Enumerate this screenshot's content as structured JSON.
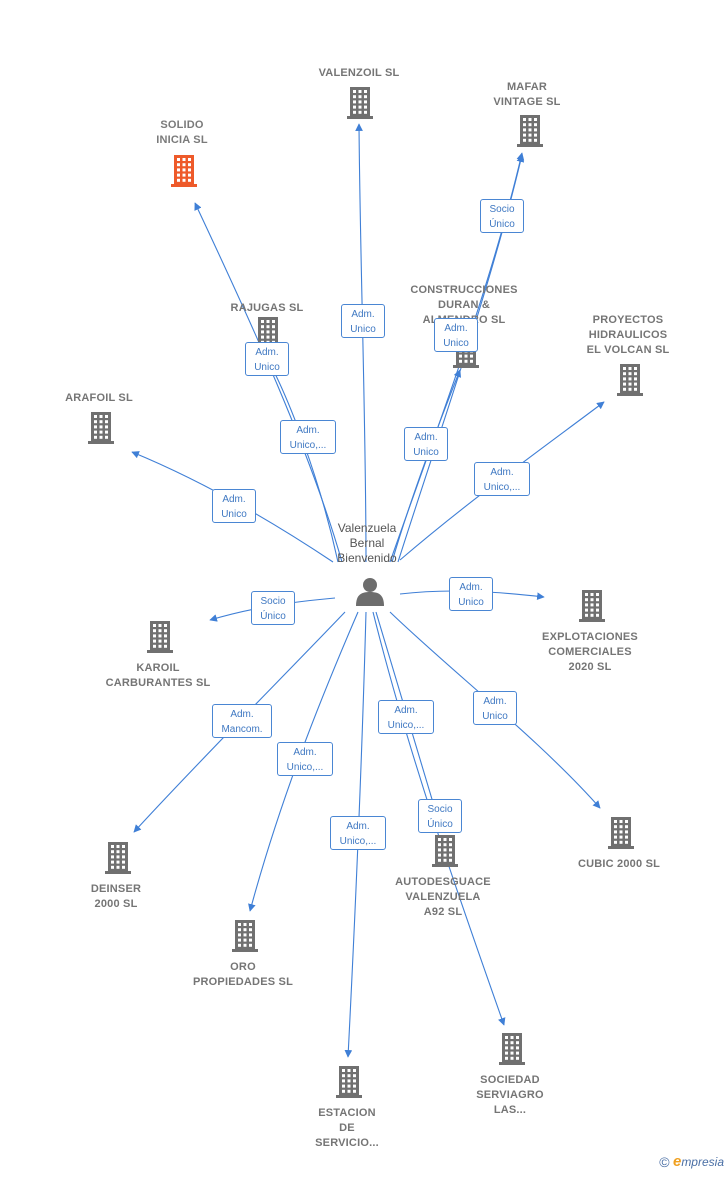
{
  "colors": {
    "edge": "#3f7fd6",
    "building": "#707070",
    "building_highlight": "#ee5a2a",
    "person": "#6d6d6d"
  },
  "person": {
    "name": "Valenzuela\nBernal\nBienvenido",
    "icon": "person-icon"
  },
  "companies": [
    {
      "id": "valenzoil",
      "name": "VALENZOIL  SL",
      "icon": "building-icon"
    },
    {
      "id": "mafar",
      "name": "MAFAR\nVINTAGE SL",
      "icon": "building-icon"
    },
    {
      "id": "solido",
      "name": "SOLIDO\nINICIA  SL",
      "icon": "building-icon",
      "highlight": true
    },
    {
      "id": "rajugas",
      "name": "RAJUGAS SL",
      "icon": "building-icon"
    },
    {
      "id": "construcciones",
      "name": "CONSTRUCCIONES\nDURAN &\nALMENDRO SL",
      "icon": "building-icon"
    },
    {
      "id": "proyectos",
      "name": "PROYECTOS\nHIDRAULICOS\nEL VOLCAN  SL",
      "icon": "building-icon"
    },
    {
      "id": "arafoil",
      "name": "ARAFOIL  SL",
      "icon": "building-icon"
    },
    {
      "id": "karoil",
      "name": "KAROIL\nCARBURANTES SL",
      "icon": "building-icon"
    },
    {
      "id": "explotaciones",
      "name": "EXPLOTACIONES\nCOMERCIALES\n2020  SL",
      "icon": "building-icon"
    },
    {
      "id": "deinser",
      "name": "DEINSER\n2000  SL",
      "icon": "building-icon"
    },
    {
      "id": "cubic",
      "name": "CUBIC 2000 SL",
      "icon": "building-icon"
    },
    {
      "id": "autodesguace",
      "name": "AUTODESGUACE\nVALENZUELA\nA92  SL",
      "icon": "building-icon"
    },
    {
      "id": "oro",
      "name": "ORO\nPROPIEDADES SL",
      "icon": "building-icon"
    },
    {
      "id": "estacion",
      "name": "ESTACION\nDE\nSERVICIO...",
      "icon": "building-icon"
    },
    {
      "id": "sociedad",
      "name": "SOCIEDAD\nSERVIAGRO\nLAS...",
      "icon": "building-icon"
    }
  ],
  "relations": [
    {
      "id": "r-valenzoil",
      "label": "Adm.\nUnico"
    },
    {
      "id": "r-mafar-1",
      "label": "Socio\nÚnico"
    },
    {
      "id": "r-mafar-2",
      "label": "Adm.\nUnico"
    },
    {
      "id": "r-solido",
      "label": "Adm.\nUnico,..."
    },
    {
      "id": "r-rajugas",
      "label": "Adm.\nUnico"
    },
    {
      "id": "r-construcciones",
      "label": "Adm.\nUnico"
    },
    {
      "id": "r-proyectos",
      "label": "Adm.\nUnico,..."
    },
    {
      "id": "r-arafoil",
      "label": "Adm.\nUnico"
    },
    {
      "id": "r-karoil",
      "label": "Socio\nÚnico"
    },
    {
      "id": "r-explotaciones",
      "label": "Adm.\nUnico"
    },
    {
      "id": "r-deinser",
      "label": "Adm.\nMancom."
    },
    {
      "id": "r-cubic",
      "label": "Adm.\nUnico"
    },
    {
      "id": "r-autodesguace-1",
      "label": "Adm.\nUnico,..."
    },
    {
      "id": "r-autodesguace-2",
      "label": "Socio\nÚnico"
    },
    {
      "id": "r-oro",
      "label": "Adm.\nUnico,..."
    },
    {
      "id": "r-estacion",
      "label": "Adm.\nUnico,..."
    }
  ],
  "footer": {
    "copyright": "©",
    "brand_initial": "e",
    "brand_rest": "mpresia"
  }
}
